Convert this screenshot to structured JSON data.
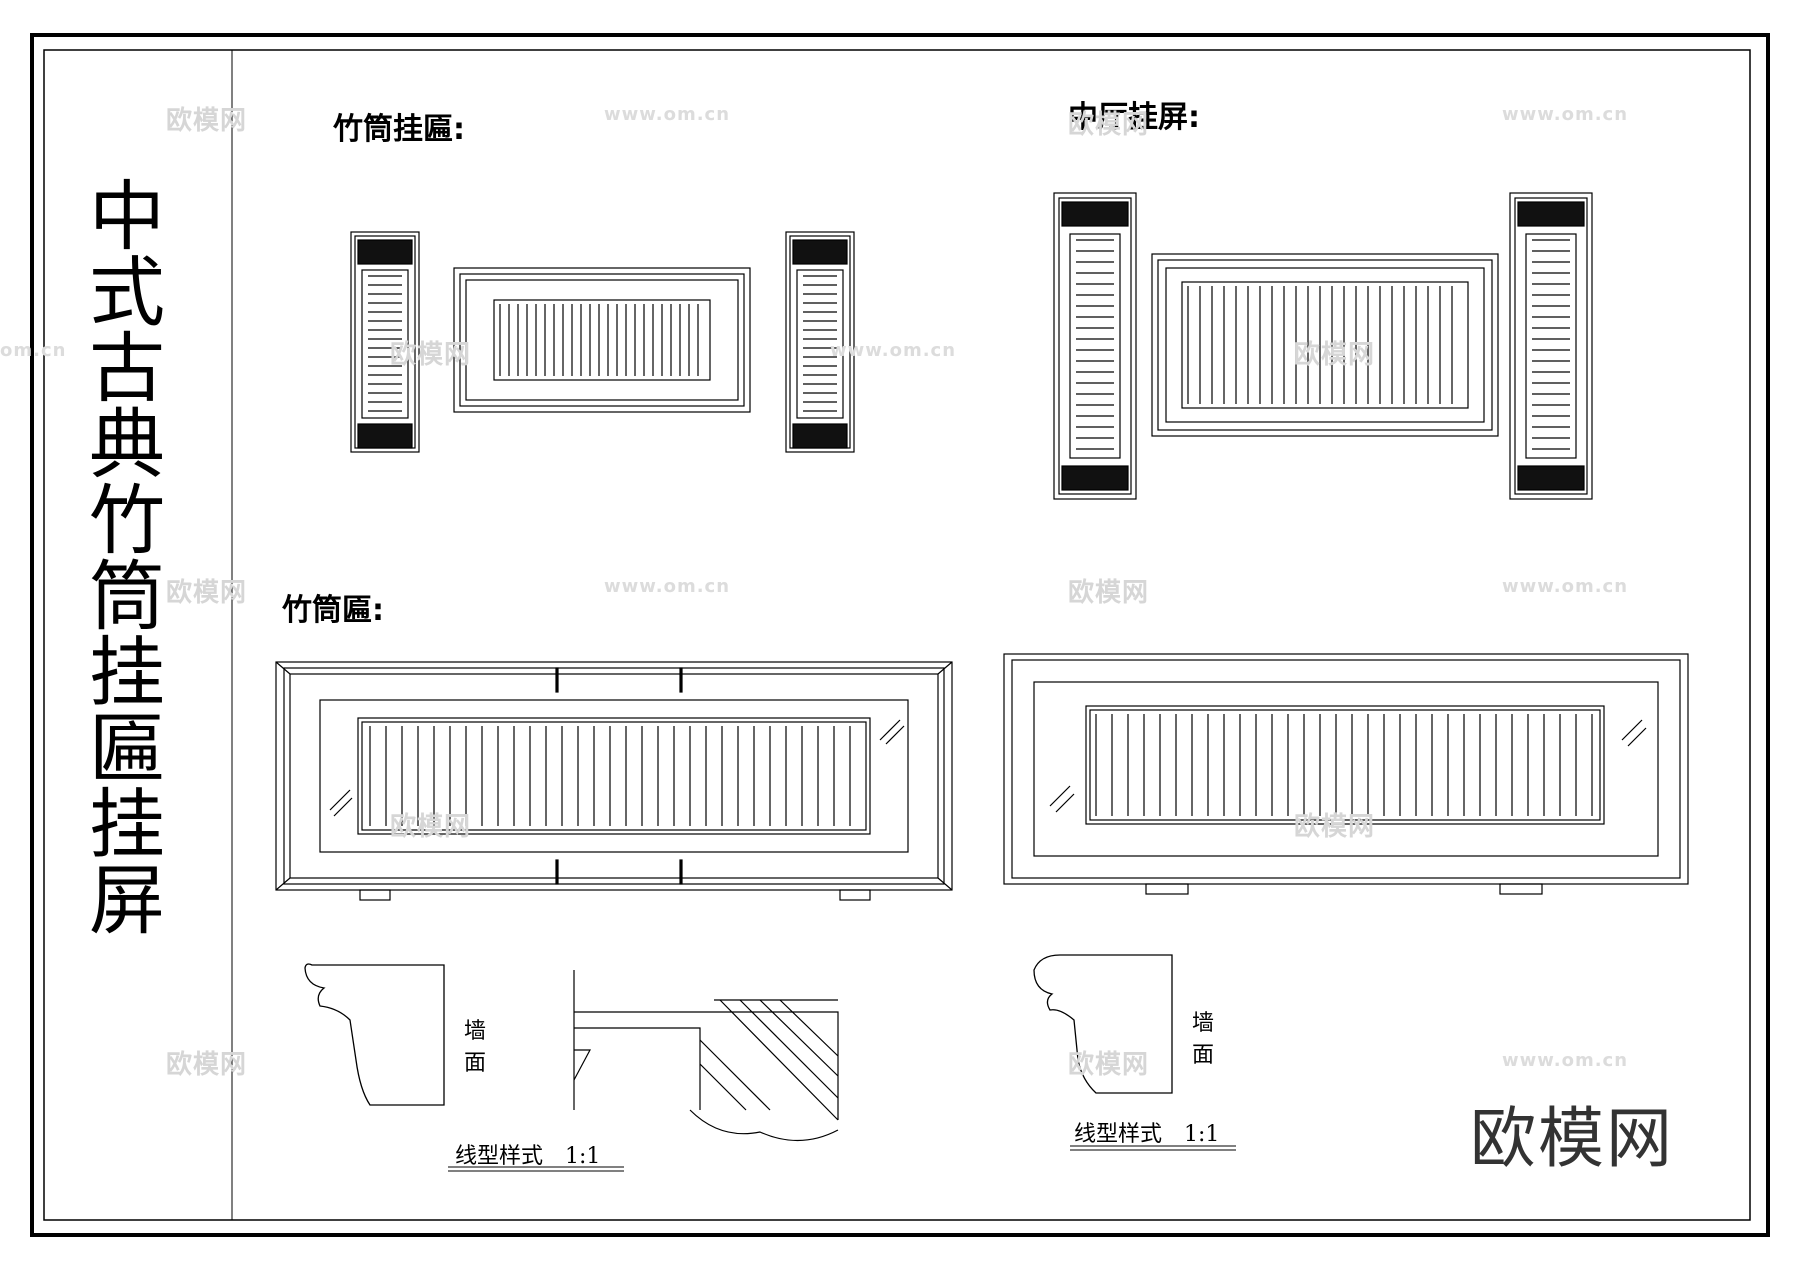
{
  "sheet": {
    "vertical_title": "中式古典竹筒挂匾挂屏",
    "brand": "欧模网"
  },
  "sections": {
    "hanging_plaque": "竹筒挂匾:",
    "hall_screen": "中厅挂屏:",
    "plaque": "竹筒匾:"
  },
  "profiles": {
    "wall_label_1": "墙\n面",
    "wall_label_2": "墙\n面",
    "caption_1": "线型样式　1:1",
    "caption_2": "线型样式　1:1"
  },
  "watermarks": {
    "site_cn": "欧模网",
    "site_url": "www.om.cn",
    "site_url_alt": "om.cn"
  },
  "colors": {
    "line": "#000000",
    "watermark": "#d6d6d6",
    "paper": "#ffffff"
  }
}
